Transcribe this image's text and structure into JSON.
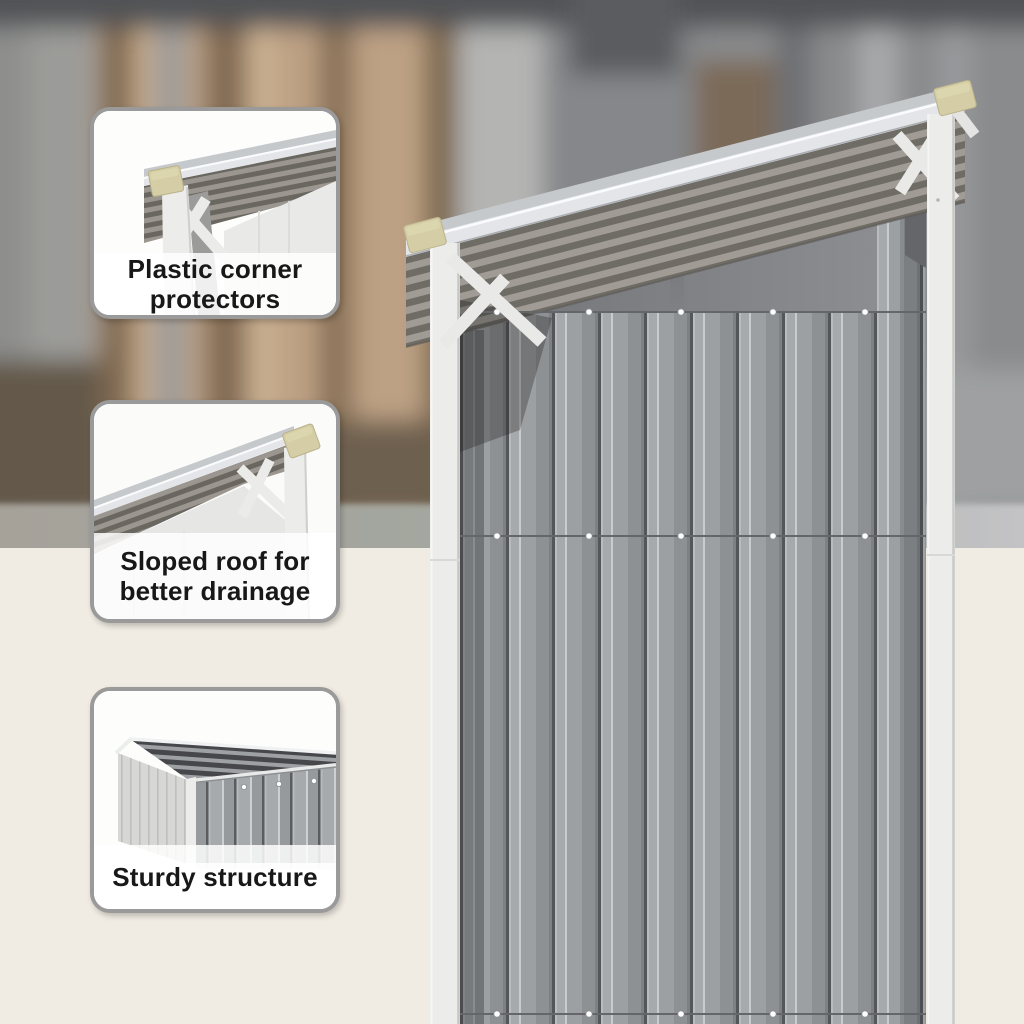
{
  "image": {
    "kind": "product feature photo",
    "subject": "metal garden log-storage shed with open front and pent roof"
  },
  "callouts": [
    {
      "id": "plastic-corner-protectors",
      "label": "Plastic corner protectors"
    },
    {
      "id": "sloped-roof-better-drainage",
      "label": "Sloped roof for better drainage"
    },
    {
      "id": "sturdy-structure",
      "label": "Sturdy structure"
    }
  ],
  "palette": {
    "beige_background": "#f0ece3",
    "divider_band": "#a8a8a2",
    "callout_border": "#9a9a9a",
    "callout_background": "#ffffff",
    "label_text": "#181818",
    "corner_protector": "#d4cda5",
    "roof_fascia": "#e3e5e8",
    "roof_top": "#c6c9cc",
    "roof_underside_dark": "#6f6c66",
    "roof_underside_light": "#a09c95",
    "wall_gray": "#9da0a3",
    "post_white": "#ececea"
  }
}
